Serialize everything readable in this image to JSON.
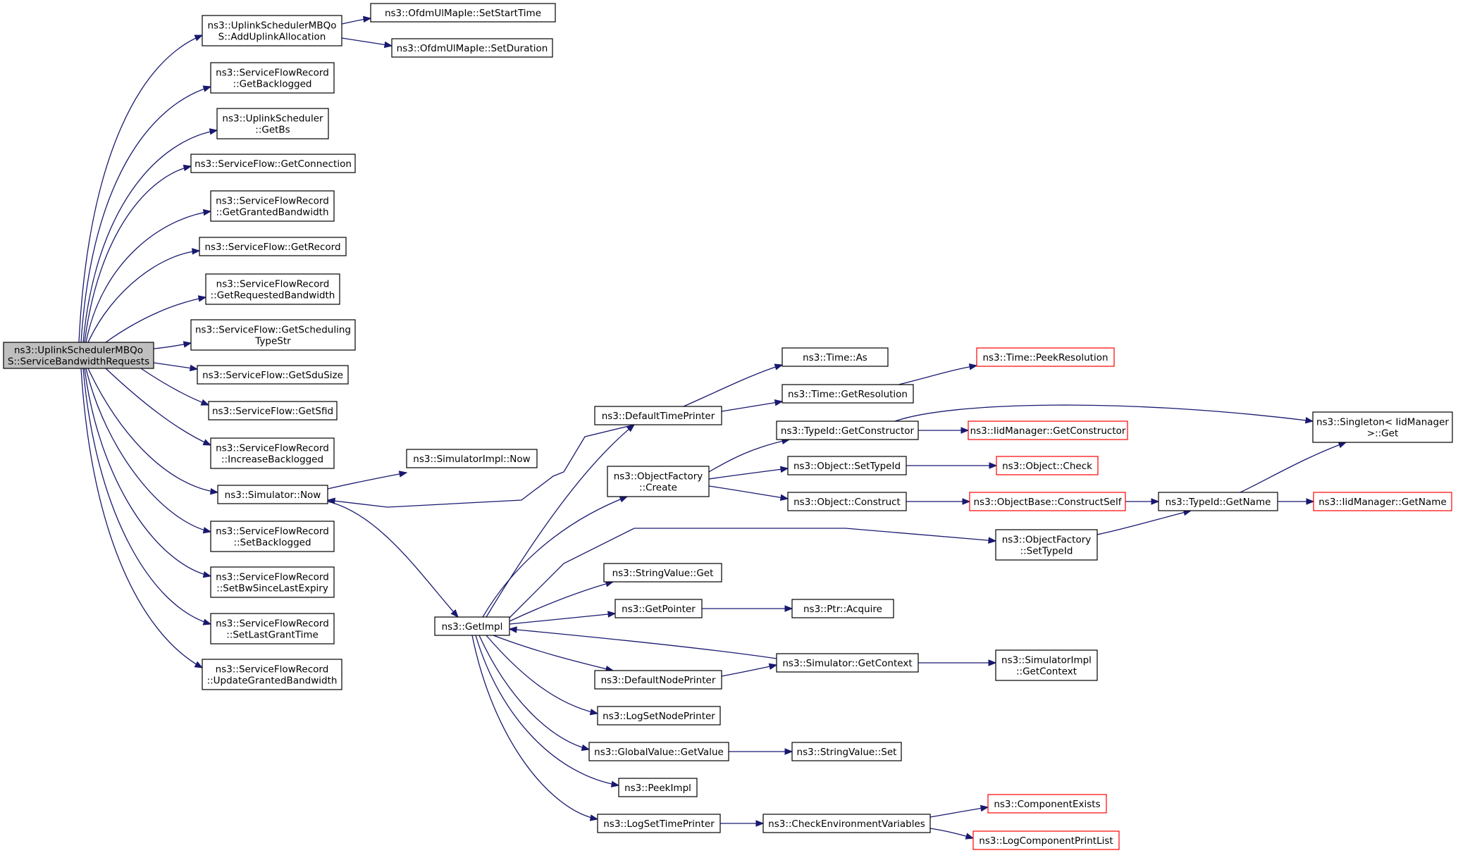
{
  "colors": {
    "edge": "#191970",
    "red_border": "#ff0000",
    "focus_fill": "#bfbfbf",
    "box_border": "#000000"
  },
  "nodes": [
    {
      "id": "root",
      "lines": [
        "ns3::UplinkSchedulerMBQo",
        "S::ServiceBandwidthRequests"
      ],
      "focus": true
    },
    {
      "id": "addUplink",
      "lines": [
        "ns3::UplinkSchedulerMBQo",
        "S::AddUplinkAllocation"
      ]
    },
    {
      "id": "setStartTime",
      "lines": [
        "ns3::OfdmUlMapIe::SetStartTime"
      ]
    },
    {
      "id": "setDuration",
      "lines": [
        "ns3::OfdmUlMapIe::SetDuration"
      ]
    },
    {
      "id": "getBacklogged",
      "lines": [
        "ns3::ServiceFlowRecord",
        "::GetBacklogged"
      ]
    },
    {
      "id": "getBs",
      "lines": [
        "ns3::UplinkScheduler",
        "::GetBs"
      ]
    },
    {
      "id": "getConnection",
      "lines": [
        "ns3::ServiceFlow::GetConnection"
      ]
    },
    {
      "id": "getGrantedBw",
      "lines": [
        "ns3::ServiceFlowRecord",
        "::GetGrantedBandwidth"
      ]
    },
    {
      "id": "getRecord",
      "lines": [
        "ns3::ServiceFlow::GetRecord"
      ]
    },
    {
      "id": "getRequestedBw",
      "lines": [
        "ns3::ServiceFlowRecord",
        "::GetRequestedBandwidth"
      ]
    },
    {
      "id": "getSchedTypeStr",
      "lines": [
        "ns3::ServiceFlow::GetScheduling",
        "TypeStr"
      ]
    },
    {
      "id": "getSduSize",
      "lines": [
        "ns3::ServiceFlow::GetSduSize"
      ]
    },
    {
      "id": "getSfid",
      "lines": [
        "ns3::ServiceFlow::GetSfid"
      ]
    },
    {
      "id": "increaseBacklogged",
      "lines": [
        "ns3::ServiceFlowRecord",
        "::IncreaseBacklogged"
      ]
    },
    {
      "id": "simNow",
      "lines": [
        "ns3::Simulator::Now"
      ]
    },
    {
      "id": "simImplNow",
      "lines": [
        "ns3::SimulatorImpl::Now"
      ]
    },
    {
      "id": "setBacklogged",
      "lines": [
        "ns3::ServiceFlowRecord",
        "::SetBacklogged"
      ]
    },
    {
      "id": "setBwSince",
      "lines": [
        "ns3::ServiceFlowRecord",
        "::SetBwSinceLastExpiry"
      ]
    },
    {
      "id": "setLastGrant",
      "lines": [
        "ns3::ServiceFlowRecord",
        "::SetLastGrantTime"
      ]
    },
    {
      "id": "updateGranted",
      "lines": [
        "ns3::ServiceFlowRecord",
        "::UpdateGrantedBandwidth"
      ]
    },
    {
      "id": "getImpl",
      "lines": [
        "ns3::GetImpl"
      ]
    },
    {
      "id": "defaultTimePrinter",
      "lines": [
        "ns3::DefaultTimePrinter"
      ]
    },
    {
      "id": "timeAs",
      "lines": [
        "ns3::Time::As"
      ]
    },
    {
      "id": "timeGetRes",
      "lines": [
        "ns3::Time::GetResolution"
      ]
    },
    {
      "id": "timePeekRes",
      "lines": [
        "ns3::Time::PeekResolution"
      ],
      "red": true
    },
    {
      "id": "objFactoryCreate",
      "lines": [
        "ns3::ObjectFactory",
        "::Create"
      ]
    },
    {
      "id": "typeIdGetCtor",
      "lines": [
        "ns3::TypeId::GetConstructor"
      ]
    },
    {
      "id": "iidMgrGetCtor",
      "lines": [
        "ns3::IidManager::GetConstructor"
      ],
      "red": true
    },
    {
      "id": "singletonGet",
      "lines": [
        "ns3::Singleton< IidManager",
        ">::Get"
      ]
    },
    {
      "id": "objSetTypeId",
      "lines": [
        "ns3::Object::SetTypeId"
      ]
    },
    {
      "id": "objCheck",
      "lines": [
        "ns3::Object::Check"
      ],
      "red": true
    },
    {
      "id": "objConstruct",
      "lines": [
        "ns3::Object::Construct"
      ]
    },
    {
      "id": "objBaseConstructSelf",
      "lines": [
        "ns3::ObjectBase::ConstructSelf"
      ],
      "red": true
    },
    {
      "id": "typeIdGetName",
      "lines": [
        "ns3::TypeId::GetName"
      ]
    },
    {
      "id": "iidMgrGetName",
      "lines": [
        "ns3::IidManager::GetName"
      ],
      "red": true
    },
    {
      "id": "objFactorySetTypeId",
      "lines": [
        "ns3::ObjectFactory",
        "::SetTypeId"
      ]
    },
    {
      "id": "stringValueGet",
      "lines": [
        "ns3::StringValue::Get"
      ]
    },
    {
      "id": "getPointer",
      "lines": [
        "ns3::GetPointer"
      ]
    },
    {
      "id": "ptrAcquire",
      "lines": [
        "ns3::Ptr::Acquire"
      ]
    },
    {
      "id": "defaultNodePrinter",
      "lines": [
        "ns3::DefaultNodePrinter"
      ]
    },
    {
      "id": "simGetContext",
      "lines": [
        "ns3::Simulator::GetContext"
      ]
    },
    {
      "id": "simImplGetContext",
      "lines": [
        "ns3::SimulatorImpl",
        "::GetContext"
      ]
    },
    {
      "id": "logSetNodePrinter",
      "lines": [
        "ns3::LogSetNodePrinter"
      ]
    },
    {
      "id": "globalValueGetValue",
      "lines": [
        "ns3::GlobalValue::GetValue"
      ]
    },
    {
      "id": "stringValueSet",
      "lines": [
        "ns3::StringValue::Set"
      ]
    },
    {
      "id": "peekImpl",
      "lines": [
        "ns3::PeekImpl"
      ]
    },
    {
      "id": "logSetTimePrinter",
      "lines": [
        "ns3::LogSetTimePrinter"
      ]
    },
    {
      "id": "checkEnvVars",
      "lines": [
        "ns3::CheckEnvironmentVariables"
      ]
    },
    {
      "id": "componentExists",
      "lines": [
        "ns3::ComponentExists"
      ],
      "red": true
    },
    {
      "id": "logComponentPrintList",
      "lines": [
        "ns3::LogComponentPrintList"
      ],
      "red": true
    }
  ],
  "edges": [
    {
      "from": "root",
      "to": "addUplink"
    },
    {
      "from": "root",
      "to": "getBacklogged"
    },
    {
      "from": "root",
      "to": "getBs"
    },
    {
      "from": "root",
      "to": "getConnection"
    },
    {
      "from": "root",
      "to": "getGrantedBw"
    },
    {
      "from": "root",
      "to": "getRecord"
    },
    {
      "from": "root",
      "to": "getRequestedBw"
    },
    {
      "from": "root",
      "to": "getSchedTypeStr"
    },
    {
      "from": "root",
      "to": "getSduSize"
    },
    {
      "from": "root",
      "to": "getSfid"
    },
    {
      "from": "root",
      "to": "increaseBacklogged"
    },
    {
      "from": "root",
      "to": "simNow"
    },
    {
      "from": "root",
      "to": "setBacklogged"
    },
    {
      "from": "root",
      "to": "setBwSince"
    },
    {
      "from": "root",
      "to": "setLastGrant"
    },
    {
      "from": "root",
      "to": "updateGranted"
    },
    {
      "from": "addUplink",
      "to": "setStartTime"
    },
    {
      "from": "addUplink",
      "to": "setDuration"
    },
    {
      "from": "simNow",
      "to": "simImplNow"
    },
    {
      "from": "simNow",
      "to": "getImpl"
    },
    {
      "from": "defaultTimePrinter",
      "to": "simNow"
    },
    {
      "from": "defaultTimePrinter",
      "to": "timeAs"
    },
    {
      "from": "defaultTimePrinter",
      "to": "timeGetRes"
    },
    {
      "from": "timeGetRes",
      "to": "timePeekRes"
    },
    {
      "from": "getImpl",
      "to": "defaultTimePrinter"
    },
    {
      "from": "getImpl",
      "to": "objFactoryCreate"
    },
    {
      "from": "getImpl",
      "to": "objFactorySetTypeId"
    },
    {
      "from": "getImpl",
      "to": "stringValueGet"
    },
    {
      "from": "getImpl",
      "to": "getPointer"
    },
    {
      "from": "getImpl",
      "to": "defaultNodePrinter"
    },
    {
      "from": "getImpl",
      "to": "logSetNodePrinter"
    },
    {
      "from": "getImpl",
      "to": "globalValueGetValue"
    },
    {
      "from": "getImpl",
      "to": "peekImpl"
    },
    {
      "from": "getImpl",
      "to": "logSetTimePrinter"
    },
    {
      "from": "objFactoryCreate",
      "to": "typeIdGetCtor"
    },
    {
      "from": "objFactoryCreate",
      "to": "objSetTypeId"
    },
    {
      "from": "objFactoryCreate",
      "to": "objConstruct"
    },
    {
      "from": "typeIdGetCtor",
      "to": "iidMgrGetCtor"
    },
    {
      "from": "typeIdGetCtor",
      "to": "singletonGet"
    },
    {
      "from": "objSetTypeId",
      "to": "objCheck"
    },
    {
      "from": "objConstruct",
      "to": "objBaseConstructSelf"
    },
    {
      "from": "objBaseConstructSelf",
      "to": "typeIdGetName"
    },
    {
      "from": "typeIdGetName",
      "to": "iidMgrGetName"
    },
    {
      "from": "typeIdGetName",
      "to": "singletonGet"
    },
    {
      "from": "objFactorySetTypeId",
      "to": "typeIdGetName"
    },
    {
      "from": "getPointer",
      "to": "ptrAcquire"
    },
    {
      "from": "defaultNodePrinter",
      "to": "simGetContext"
    },
    {
      "from": "simGetContext",
      "to": "getImpl"
    },
    {
      "from": "simGetContext",
      "to": "simImplGetContext"
    },
    {
      "from": "globalValueGetValue",
      "to": "stringValueSet"
    },
    {
      "from": "logSetTimePrinter",
      "to": "checkEnvVars"
    },
    {
      "from": "checkEnvVars",
      "to": "componentExists"
    },
    {
      "from": "checkEnvVars",
      "to": "logComponentPrintList"
    }
  ]
}
